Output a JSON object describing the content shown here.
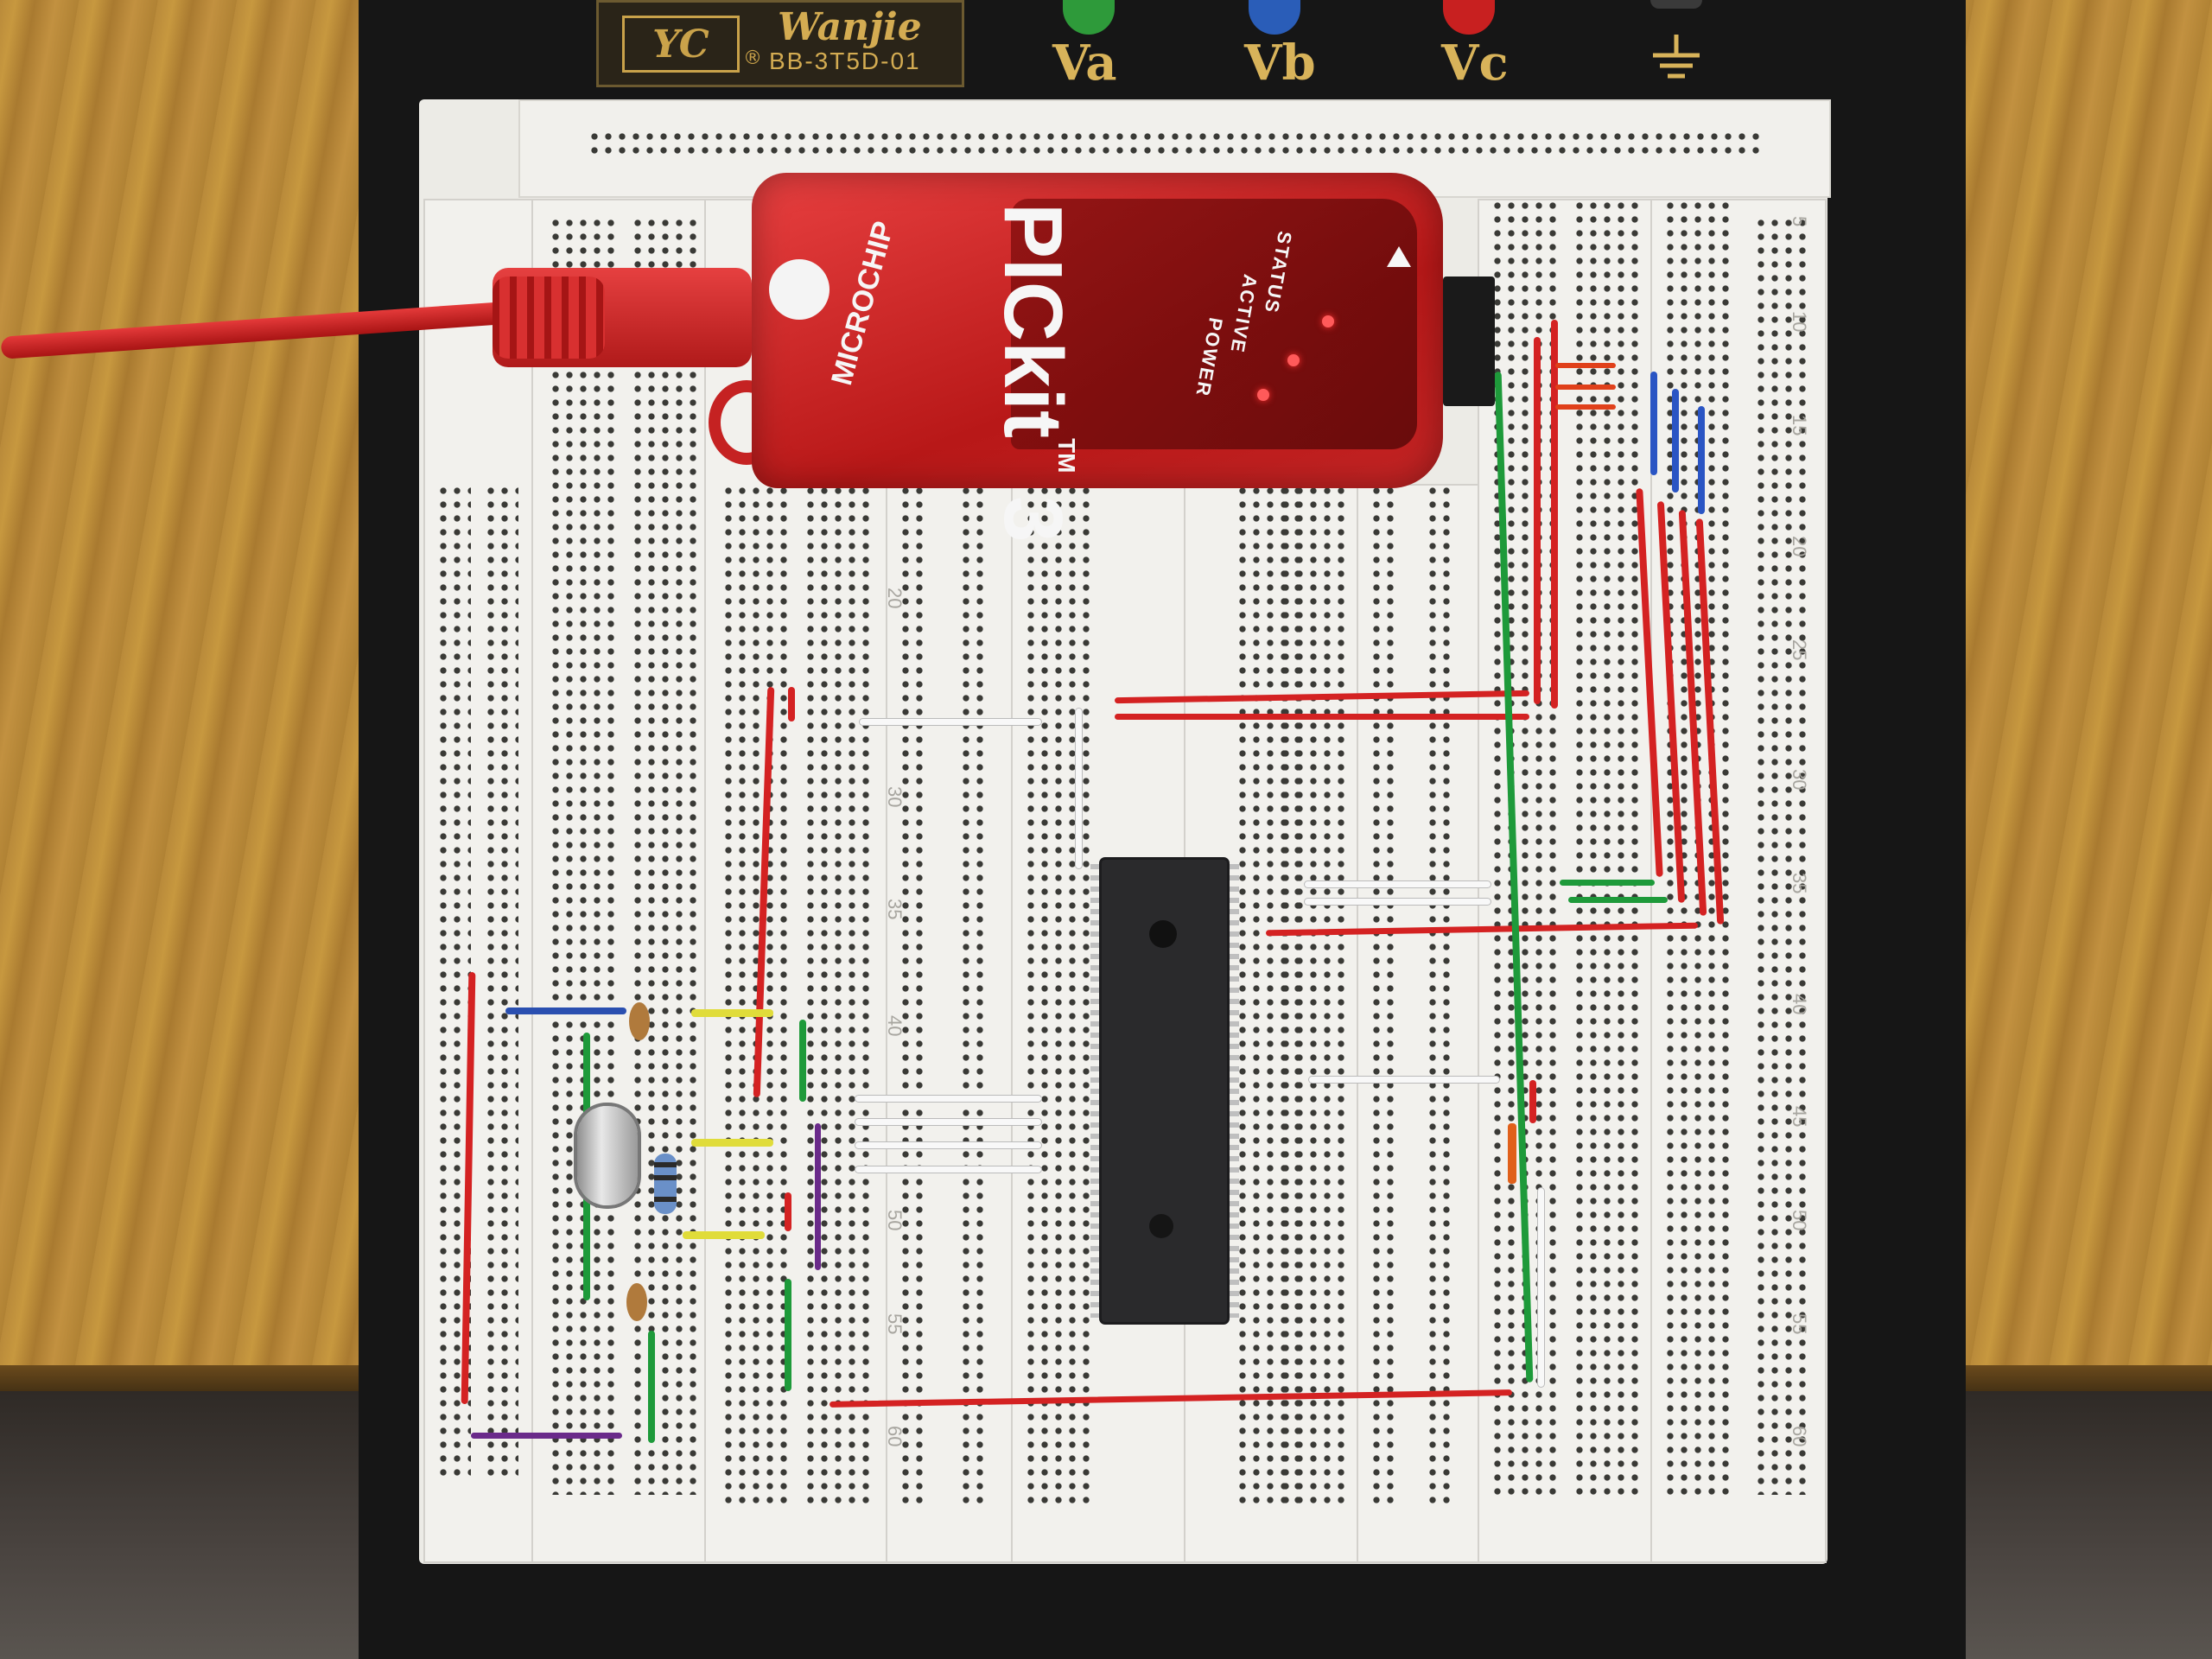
{
  "photo": {
    "description_free": true
  },
  "breadboard_unit": {
    "brand": "Wanjie",
    "model": "BB-3T5D-01",
    "registered_mark": "®",
    "terminals": [
      {
        "label": "Va",
        "color": "#2e9a3a"
      },
      {
        "label": "Vb",
        "color": "#2a5db8"
      },
      {
        "label": "Vc",
        "color": "#c82020"
      }
    ],
    "ground_icon": "ground-symbol-icon"
  },
  "programmer": {
    "name": "PICkit",
    "superscript": "TM",
    "version": "3",
    "maker": "MICROCHIP",
    "leds": [
      {
        "label": "STATUS"
      },
      {
        "label": "ACTIVE"
      },
      {
        "label": "POWER"
      }
    ],
    "color": "#d42a2a"
  },
  "row_numbers_visible": [
    "5",
    "10",
    "15",
    "20",
    "25",
    "30",
    "35",
    "40",
    "45",
    "50",
    "55",
    "60"
  ]
}
